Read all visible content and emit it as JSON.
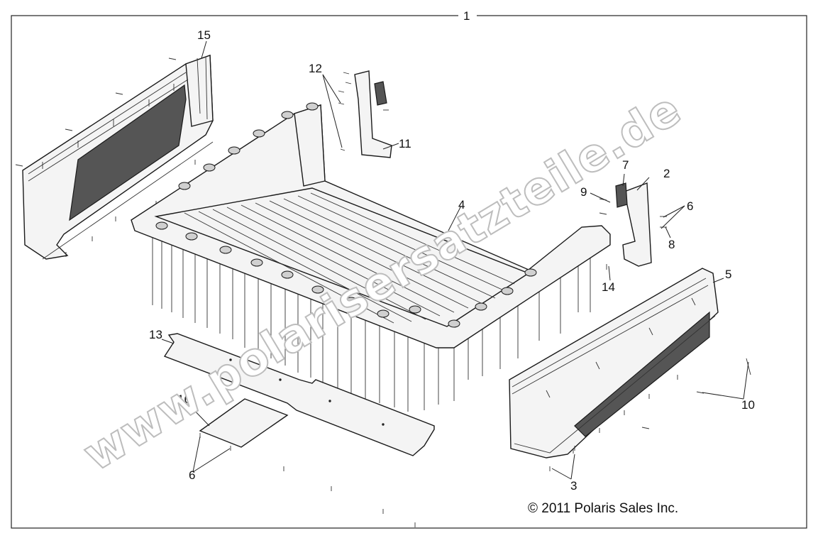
{
  "diagram": {
    "callouts": [
      "1",
      "2",
      "3",
      "4",
      "5",
      "6",
      "6",
      "7",
      "8",
      "9",
      "10",
      "11",
      "12",
      "13",
      "14",
      "15",
      "16"
    ],
    "copyright": "© 2011 Polaris Sales Inc.",
    "watermark": "www.polarisersatzteile.de"
  }
}
